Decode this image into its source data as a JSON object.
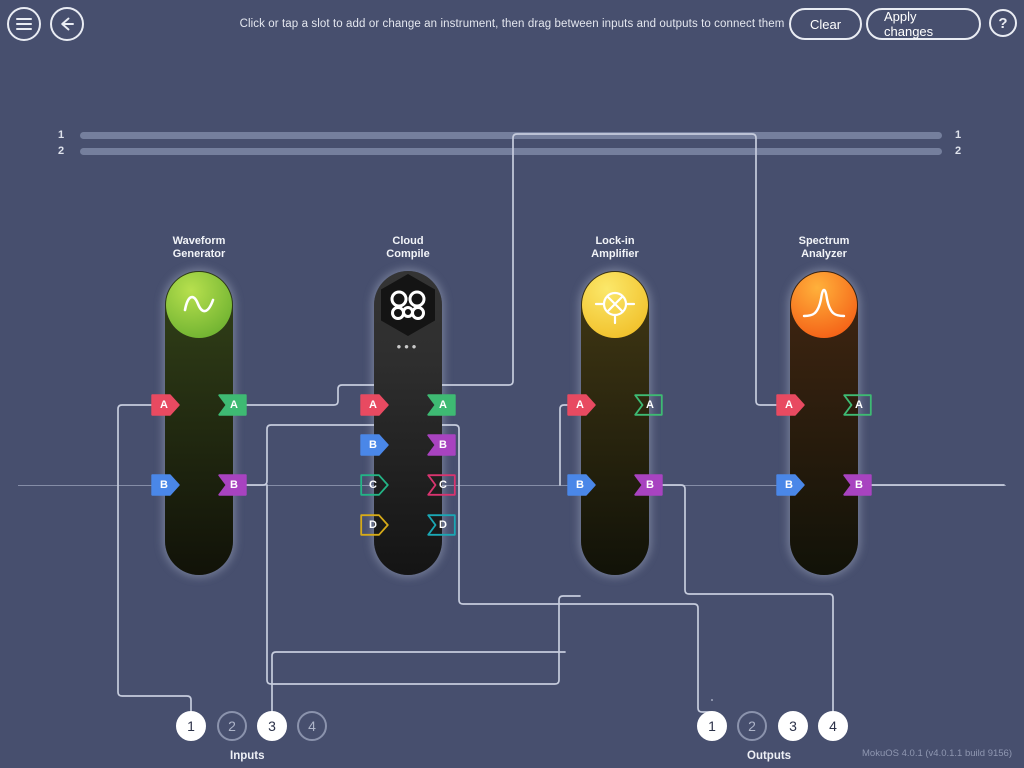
{
  "app": {
    "version_text": "MokuOS 4.0.1 (v4.0.1.1 build 9156)"
  },
  "topbar": {
    "menu_icon": "hamburger-menu-icon",
    "back_icon": "back-arrow-icon",
    "hint": "Click or tap a slot to add or change an instrument, then drag between inputs and outputs to connect them",
    "clear_label": "Clear",
    "apply_label": "Apply changes",
    "help_label": "?"
  },
  "rails": {
    "left_labels": [
      "1",
      "2"
    ],
    "right_labels": [
      "1",
      "2"
    ]
  },
  "slots": [
    {
      "title_line1": "Waveform",
      "title_line2": "Generator",
      "icon": "sine-wave-icon",
      "icon_bg": "#7ec43a",
      "body_bg": "#2d3a16",
      "inputs": [
        {
          "label": "A",
          "color": "#e84a61",
          "filled": true
        },
        {
          "label": "B",
          "color": "#4a87e8",
          "filled": true
        }
      ],
      "outputs": [
        {
          "label": "A",
          "color": "#3eba73",
          "filled": true
        },
        {
          "label": "B",
          "color": "#a843c0",
          "filled": true
        }
      ]
    },
    {
      "title_line1": "Cloud",
      "title_line2": "Compile",
      "icon": "cloud-compile-hex-icon",
      "icon_bg": "#1b1b1b",
      "body_bg": "#2b2b2b",
      "menu_dots": "•••",
      "inputs": [
        {
          "label": "A",
          "color": "#e84a61",
          "filled": true
        },
        {
          "label": "B",
          "color": "#4a87e8",
          "filled": true
        },
        {
          "label": "C",
          "color": "#23b486",
          "filled": false
        },
        {
          "label": "D",
          "color": "#d6aa18",
          "filled": false
        }
      ],
      "outputs": [
        {
          "label": "A",
          "color": "#3eba73",
          "filled": true
        },
        {
          "label": "B",
          "color": "#a843c0",
          "filled": true
        },
        {
          "label": "C",
          "color": "#d8346f",
          "filled": false
        },
        {
          "label": "D",
          "color": "#1aa7b4",
          "filled": false
        }
      ]
    },
    {
      "title_line1": "Lock-in",
      "title_line2": "Amplifier",
      "icon": "mixer-circle-icon",
      "icon_bg": "#f0c631",
      "body_bg": "#3a3212",
      "inputs": [
        {
          "label": "A",
          "color": "#e84a61",
          "filled": true
        },
        {
          "label": "B",
          "color": "#4a87e8",
          "filled": true
        }
      ],
      "outputs": [
        {
          "label": "A",
          "color": "#3eba73",
          "filled": false
        },
        {
          "label": "B",
          "color": "#a843c0",
          "filled": true
        }
      ]
    },
    {
      "title_line1": "Spectrum",
      "title_line2": "Analyzer",
      "icon": "spectrum-peak-icon",
      "icon_bg": "#f97316",
      "body_bg": "#3a2310",
      "inputs": [
        {
          "label": "A",
          "color": "#e84a61",
          "filled": true
        },
        {
          "label": "B",
          "color": "#4a87e8",
          "filled": true
        }
      ],
      "outputs": [
        {
          "label": "A",
          "color": "#3eba73",
          "filled": false
        },
        {
          "label": "B",
          "color": "#a843c0",
          "filled": true
        }
      ]
    }
  ],
  "inputs_group": {
    "label": "Inputs",
    "nodes": [
      {
        "label": "1",
        "active": true
      },
      {
        "label": "2",
        "active": false
      },
      {
        "label": "3",
        "active": true
      },
      {
        "label": "4",
        "active": false
      }
    ]
  },
  "outputs_group": {
    "label": "Outputs",
    "nodes": [
      {
        "label": "1",
        "active": true
      },
      {
        "label": "2",
        "active": false
      },
      {
        "label": "3",
        "active": true
      },
      {
        "label": "4",
        "active": true
      }
    ]
  }
}
